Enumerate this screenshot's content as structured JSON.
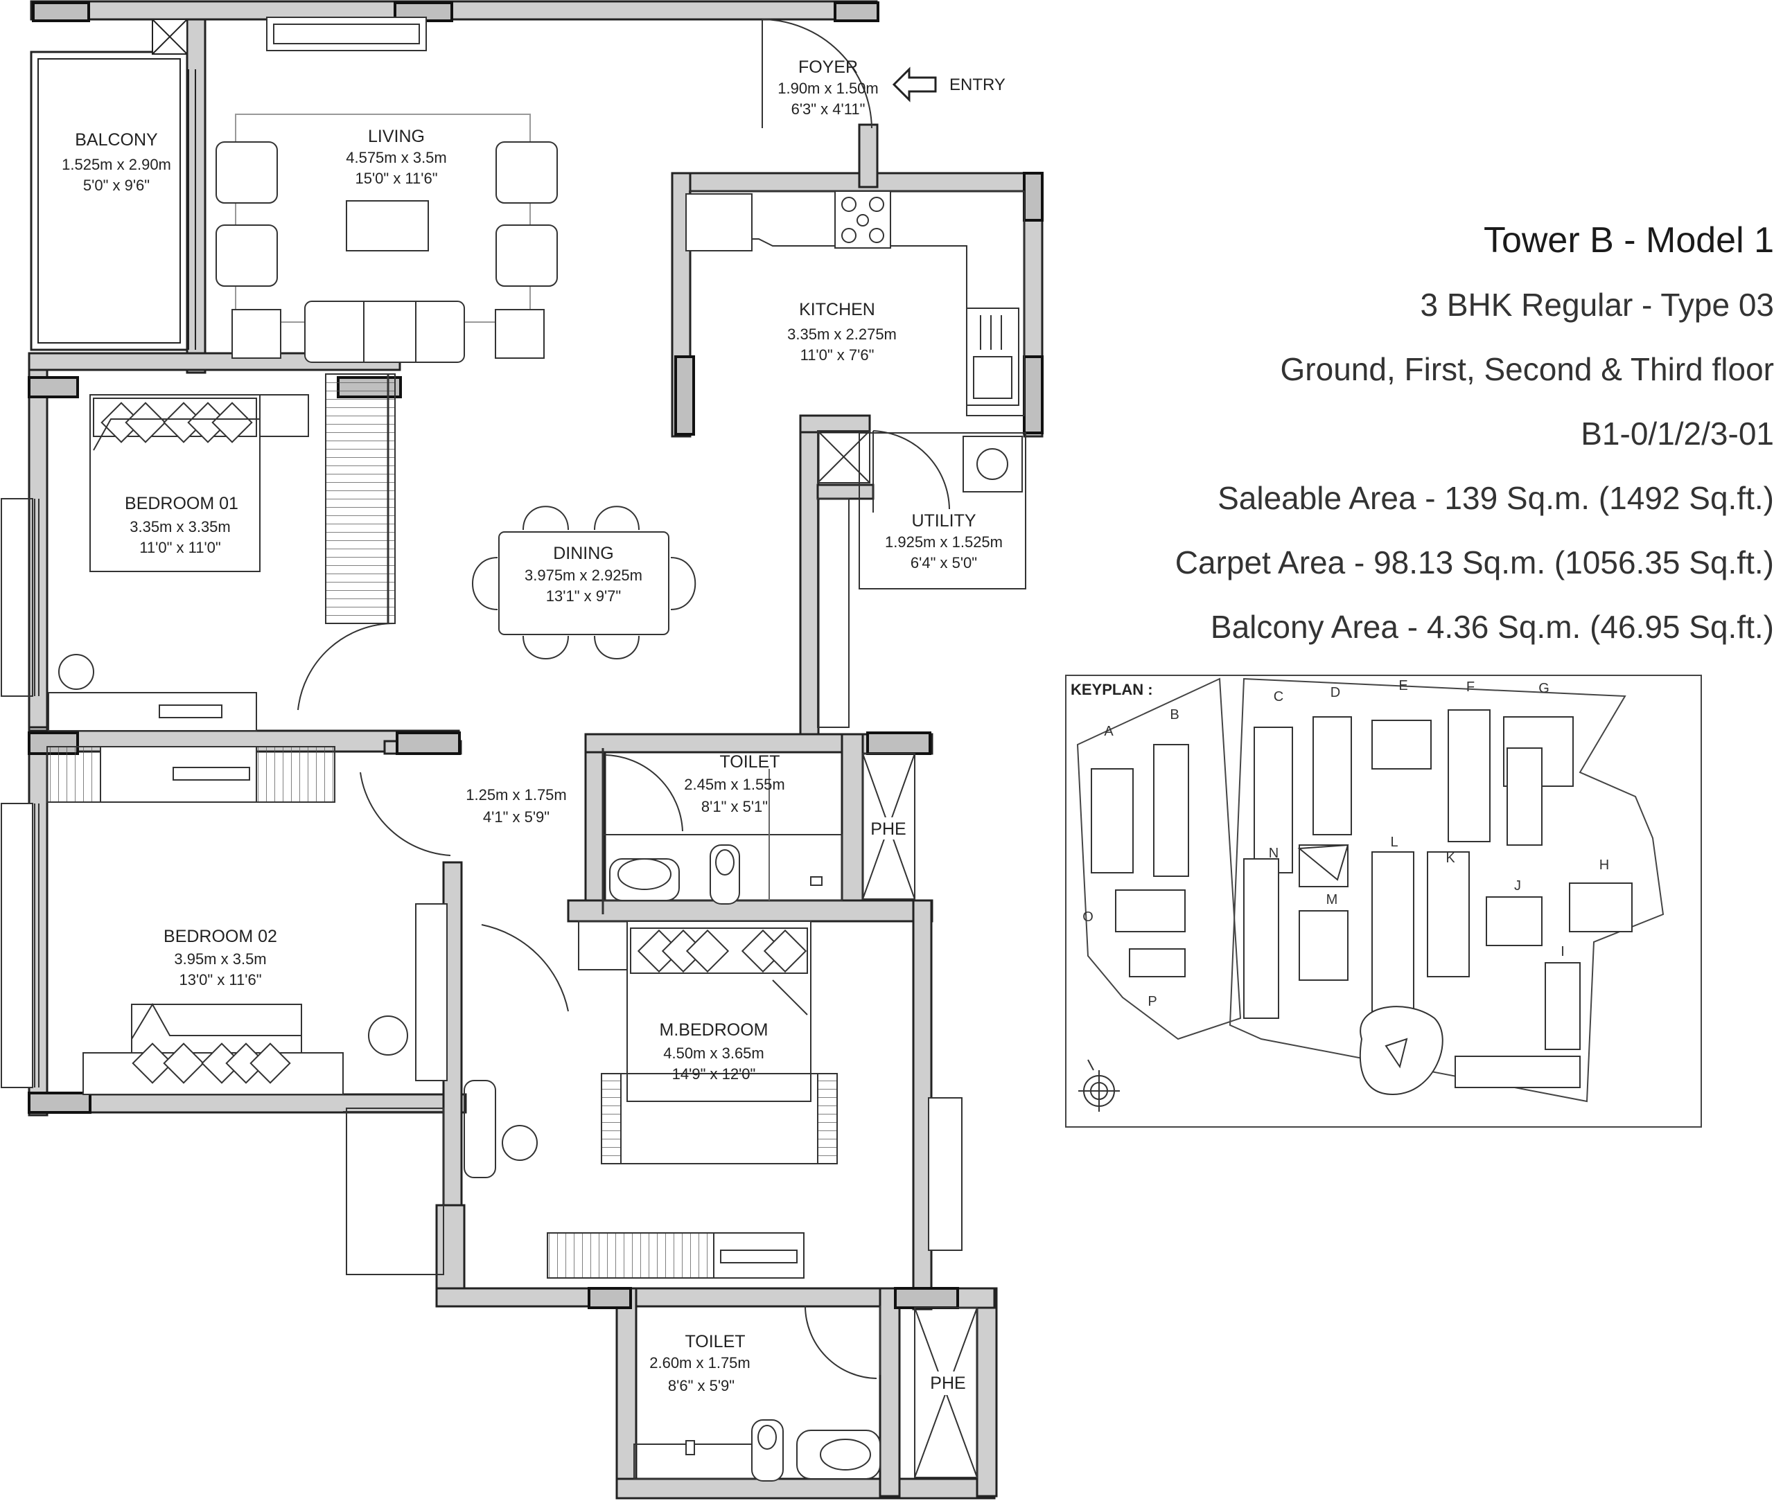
{
  "info": {
    "title": "Tower B - Model 1",
    "type": "3 BHK Regular - Type 03",
    "floors": "Ground, First, Second & Third floor",
    "units": "B1-0/1/2/3-01",
    "saleable_area": "Saleable Area - 139 Sq.m. (1492 Sq.ft.)",
    "carpet_area": "Carpet Area - 98.13 Sq.m. (1056.35 Sq.ft.)",
    "balcony_area": "Balcony Area - 4.36 Sq.m. (46.95 Sq.ft.)"
  },
  "rooms": {
    "foyer": {
      "name": "FOYER",
      "metric": "1.90m x 1.50m",
      "imperial": "6'3\" x 4'11\""
    },
    "entry": "ENTRY",
    "balcony": {
      "name": "BALCONY",
      "metric": "1.525m x 2.90m",
      "imperial": "5'0\" x 9'6\""
    },
    "living": {
      "name": "LIVING",
      "metric": "4.575m x 3.5m",
      "imperial": "15'0\" x 11'6\""
    },
    "kitchen": {
      "name": "KITCHEN",
      "metric": "3.35m x 2.275m",
      "imperial": "11'0\" x 7'6\""
    },
    "bedroom01": {
      "name": "BEDROOM 01",
      "metric": "3.35m x 3.35m",
      "imperial": "11'0\" x 11'0\""
    },
    "dining": {
      "name": "DINING",
      "metric": "3.975m x 2.925m",
      "imperial": "13'1\" x 9'7\""
    },
    "utility": {
      "name": "UTILITY",
      "metric": "1.925m x 1.525m",
      "imperial": "6'4\" x 5'0\""
    },
    "passage": {
      "metric": "1.25m x 1.75m",
      "imperial": "4'1\" x 5'9\""
    },
    "toilet1": {
      "name": "TOILET",
      "metric": "2.45m x 1.55m",
      "imperial": "8'1\" x 5'1\""
    },
    "phe1": "PHE",
    "bedroom02": {
      "name": "BEDROOM 02",
      "metric": "3.95m x 3.5m",
      "imperial": "13'0\" x 11'6\""
    },
    "mbedroom": {
      "name": "M.BEDROOM",
      "metric": "4.50m x 3.65m",
      "imperial": "14'9\" x 12'0\""
    },
    "toilet2": {
      "name": "TOILET",
      "metric": "2.60m x 1.75m",
      "imperial": "8'6\" x 5'9\""
    },
    "phe2": "PHE"
  },
  "keyplan": {
    "label": "KEYPLAN :",
    "towers": [
      "A",
      "B",
      "C",
      "D",
      "E",
      "F",
      "G",
      "H",
      "I",
      "J",
      "K",
      "L",
      "M",
      "N",
      "O",
      "P"
    ]
  },
  "colors": {
    "wall": "#cfcfcf",
    "outline": "#222222",
    "accent": "#333333"
  }
}
